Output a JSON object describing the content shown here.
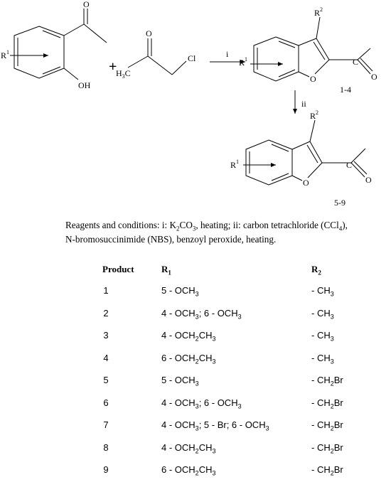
{
  "scheme": {
    "r1": "R",
    "r1_sup": "1",
    "r2": "R",
    "r2_sup": "2",
    "oh": "OH",
    "o": "O",
    "cl": "Cl",
    "h3c": "H",
    "h3c_sub": "3",
    "h3c_tail": "C",
    "c": "C",
    "plus": "+",
    "step_i": "i",
    "step_ii": "ii",
    "compound_a": "1-4",
    "compound_b": "5-9"
  },
  "caption": {
    "line1_prefix": "Reagents and conditions: i: K",
    "k2co3_sub": "2",
    "line1_mid": "CO",
    "co3_sub": "3",
    "line1_after": ", heating; ii: carbon tetrachloride (CCl",
    "ccl4_sub": "4",
    "line1_end": "),",
    "line2": "N-bromosuccinimide  (NBS), benzoyl peroxide, heating."
  },
  "table": {
    "headers": {
      "product": "Product",
      "r1": "R",
      "r1_sub": "1",
      "r2": "R",
      "r2_sub": "2"
    },
    "rows": [
      {
        "product": "1",
        "r1": "5 - OCH<sub>3</sub>",
        "r2": "- CH<sub>3</sub>"
      },
      {
        "product": "2",
        "r1": "4 - OCH<sub>3</sub>; 6 - OCH<sub>3</sub>",
        "r2": "- CH<sub>3</sub>"
      },
      {
        "product": "3",
        "r1": "4 - OCH<sub>2</sub>CH<sub>3</sub>",
        "r2": "- CH<sub>3</sub>"
      },
      {
        "product": "4",
        "r1": "6 - OCH<sub>2</sub>CH<sub>3</sub>",
        "r2": "- CH<sub>3</sub>"
      },
      {
        "product": "5",
        "r1": "5 - OCH<sub>3</sub>",
        "r2": "- CH<sub>2</sub>Br"
      },
      {
        "product": "6",
        "r1": "4 - OCH<sub>3</sub>; 6 - OCH<sub>3</sub>",
        "r2": "- CH<sub>2</sub>Br"
      },
      {
        "product": "7",
        "r1": "4 - OCH<sub>3</sub>; 5 - Br; 6 - OCH<sub>3</sub>",
        "r2": "- CH<sub>2</sub>Br"
      },
      {
        "product": "8",
        "r1": "4 - OCH<sub>2</sub>CH<sub>3</sub>",
        "r2": "- CH<sub>2</sub>Br"
      },
      {
        "product": "9",
        "r1": "6 - OCH<sub>2</sub>CH<sub>3</sub>",
        "r2": "- CH<sub>2</sub>Br"
      }
    ]
  }
}
